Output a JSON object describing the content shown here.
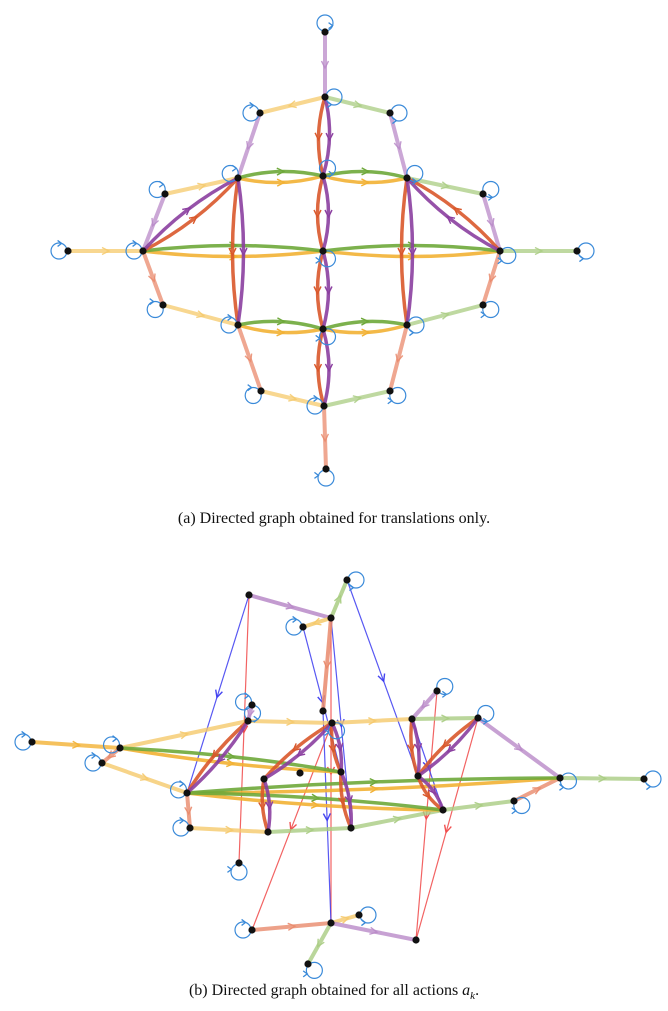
{
  "colors": {
    "yellow": "#f2b134",
    "green": "#6ea83a",
    "purple": "#8b3fa0",
    "orange": "#d9582b",
    "salmon": "#e98a6c",
    "lightyellow": "#f5c96b",
    "lightgreen": "#a9cc82",
    "lightpurple": "#b98ac8",
    "loop": "#3a8ad9",
    "blue": "#3b3bf0",
    "red": "#f04848",
    "node": "#111111"
  },
  "figure_a": {
    "title": "Directed graph obtained for translations only.",
    "caption_prefix": "(a) "
  },
  "figure_b": {
    "title": "Directed graph obtained for all actions",
    "caption_prefix": "(b) ",
    "action_symbol": "a",
    "action_subscript": "k",
    "caption_suffix": "."
  }
}
